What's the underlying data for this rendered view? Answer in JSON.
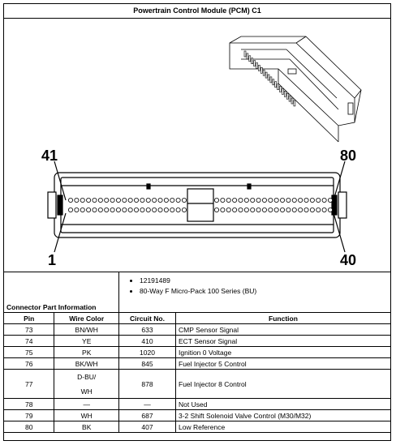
{
  "title": "Powertrain Control Module (PCM) C1",
  "diagram": {
    "pin_labels": {
      "top_left": "41",
      "top_right": "80",
      "bottom_left": "1",
      "bottom_right": "40"
    }
  },
  "connector_info": {
    "label": "Connector Part Information",
    "items": [
      "12191489",
      "80-Way F Micro-Pack 100 Series (BU)"
    ]
  },
  "table": {
    "headers": [
      "Pin",
      "Wire Color",
      "Circuit No.",
      "Function"
    ],
    "rows": [
      {
        "pin": "73",
        "wire_color": "BN/WH",
        "circuit": "633",
        "function": "CMP Sensor Signal"
      },
      {
        "pin": "74",
        "wire_color": "YE",
        "circuit": "410",
        "function": "ECT Sensor Signal"
      },
      {
        "pin": "75",
        "wire_color": "PK",
        "circuit": "1020",
        "function": "Ignition 0 Voltage"
      },
      {
        "pin": "76",
        "wire_color": "BK/WH",
        "circuit": "845",
        "function": "Fuel Injector 5 Control"
      },
      {
        "pin": "77",
        "wire_color_line1": "D-BU/",
        "wire_color_line2": "WH",
        "circuit": "878",
        "function": "Fuel Injector 8 Control"
      },
      {
        "pin": "78",
        "wire_color": "—",
        "circuit": "—",
        "function": "Not Used"
      },
      {
        "pin": "79",
        "wire_color": "WH",
        "circuit": "687",
        "function": "3-2 Shift Solenoid Valve Control (M30/M32)"
      },
      {
        "pin": "80",
        "wire_color": "BK",
        "circuit": "407",
        "function": "Low Reference"
      }
    ]
  }
}
